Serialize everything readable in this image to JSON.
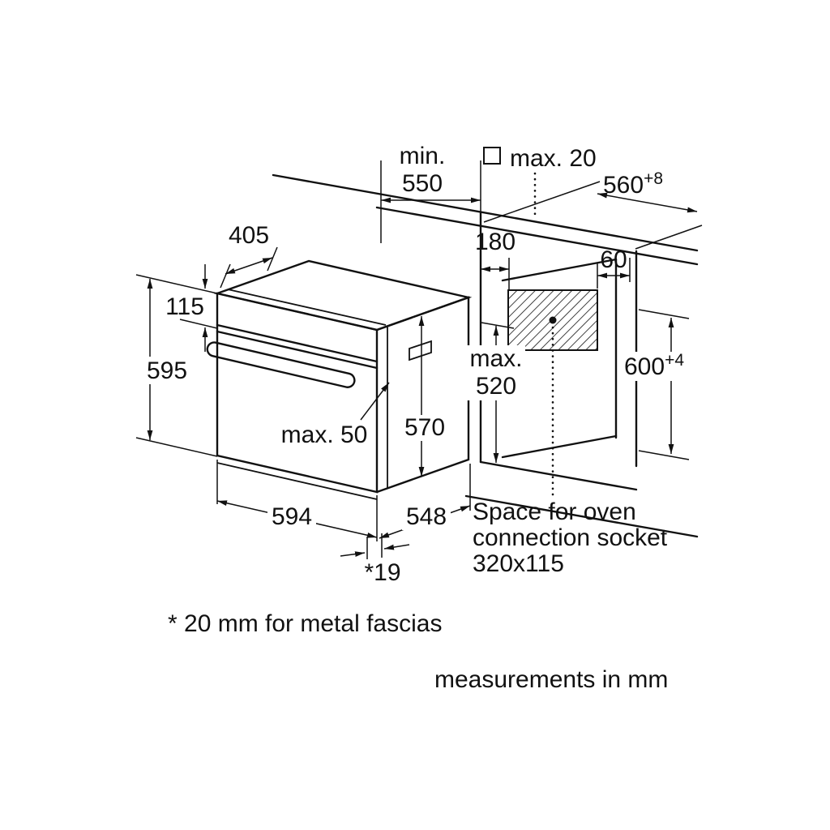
{
  "diagram": {
    "top": {
      "min_depth_label": "min.",
      "min_depth_value": "550",
      "overhang_label": "max. 20",
      "niche_width_value": "560",
      "niche_width_tolerance": "+8"
    },
    "left": {
      "top_depth": "405",
      "panel_height": "115",
      "oven_height": "595"
    },
    "center": {
      "socket_left_offset": "180",
      "socket_right_offset": "60",
      "max_label": "max.",
      "max_value": "520",
      "handle_clearance": "max. 50",
      "body_height": "570"
    },
    "right": {
      "niche_height_value": "600",
      "niche_height_tolerance": "+4"
    },
    "bottom": {
      "oven_width": "594",
      "oven_depth": "548",
      "fascia_gap": "*19",
      "socket_note_line1": "Space for oven",
      "socket_note_line2": "connection socket",
      "socket_note_line3": "320x115",
      "fascia_footnote": "* 20 mm for metal fascias",
      "units_note": "measurements in mm"
    }
  }
}
